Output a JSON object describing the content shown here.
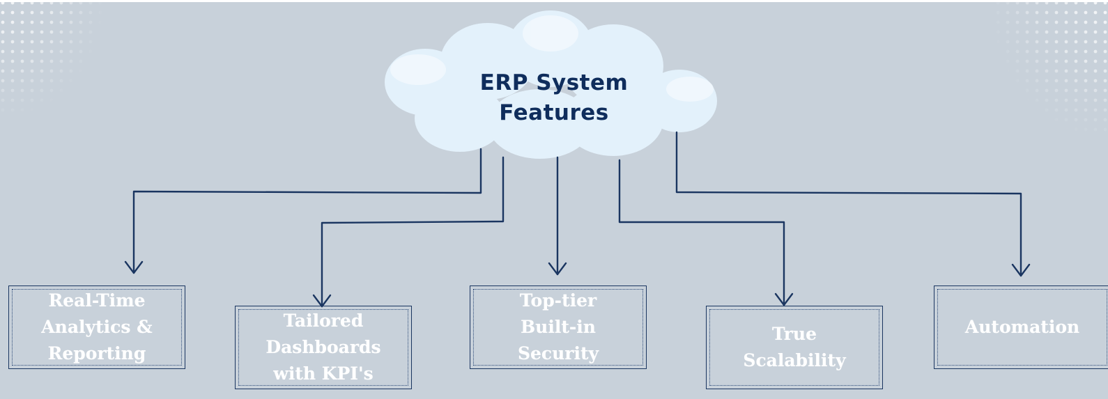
{
  "title": "ERP System\nFeatures",
  "features": [
    "Real-Time\nAnalytics &\nReporting",
    "Tailored\nDashboards\nwith KPI's",
    "Top-tier\nBuilt-in\nSecurity",
    "True\nScalability",
    "Automation"
  ],
  "colors": {
    "background": "#c8d1da",
    "cloud_fill": "#e3f1fb",
    "title_text": "#0f2d5c",
    "line": "#1a3560",
    "feature_text": "#ffffff"
  }
}
